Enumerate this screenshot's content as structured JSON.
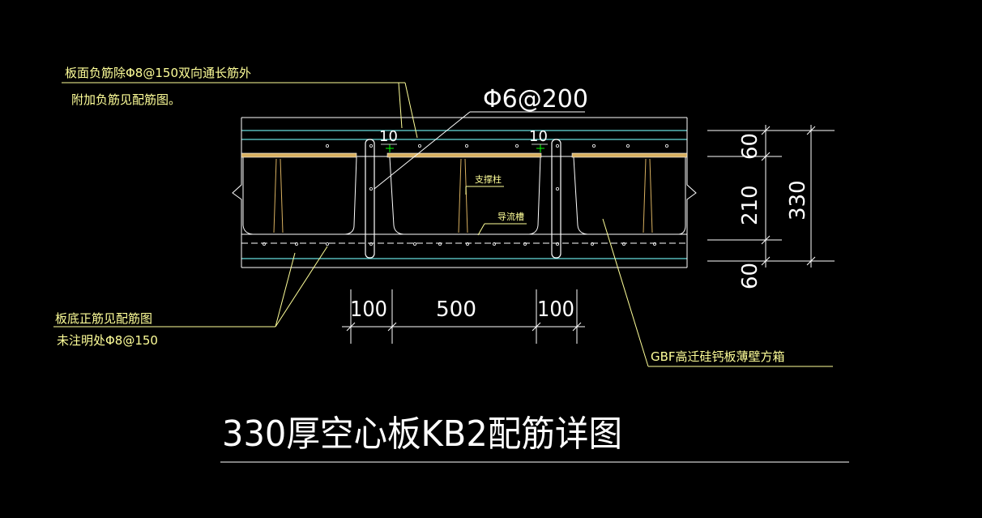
{
  "title": "330厚空心板KB2配筋详图",
  "notes": {
    "top_line1": "板面负筋除Φ8@150双向通长筋外",
    "top_line2": "附加负筋见配筋图。",
    "stirrup": "Φ6@200",
    "bottom_line1": "板底正筋见配筋图",
    "bottom_line2": "未注明处Φ8@150",
    "box": "GBF高迁硅钙板薄壁方箱",
    "support_column": "支撑柱",
    "drain_groove": "导流槽",
    "rib_mark_left": "10",
    "rib_mark_right": "10"
  },
  "dimensions": {
    "horizontal": [
      "100",
      "500",
      "100"
    ],
    "vertical_top": "60",
    "vertical_middle": "210",
    "vertical_bottom": "60",
    "vertical_total": "330"
  },
  "colors": {
    "background": "#000000",
    "line_white": "#ffffff",
    "leader_yellow": "#ffff99",
    "rebar_cyan": "#66dddd",
    "box_tan": "#d8b060",
    "marker_green": "#00ff00"
  }
}
